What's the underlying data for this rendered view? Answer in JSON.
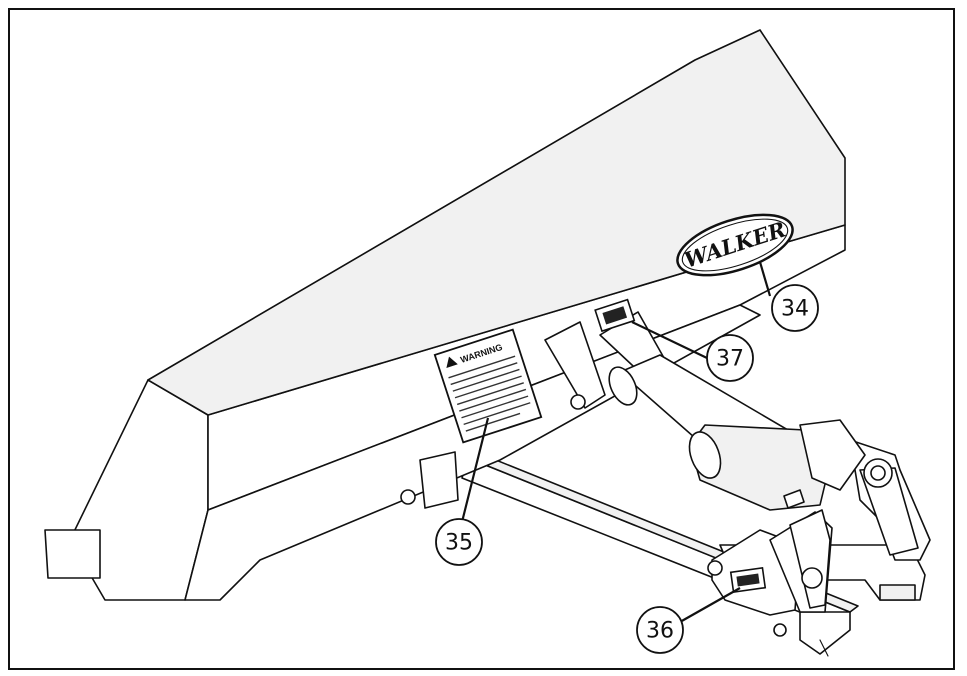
{
  "diagram": {
    "brand_logo_text": "WALKER",
    "warning_decal_title": "WARNING",
    "callouts": [
      {
        "id": "callout-34",
        "label": "34"
      },
      {
        "id": "callout-35",
        "label": "35"
      },
      {
        "id": "callout-36",
        "label": "36"
      },
      {
        "id": "callout-37",
        "label": "37"
      }
    ]
  }
}
